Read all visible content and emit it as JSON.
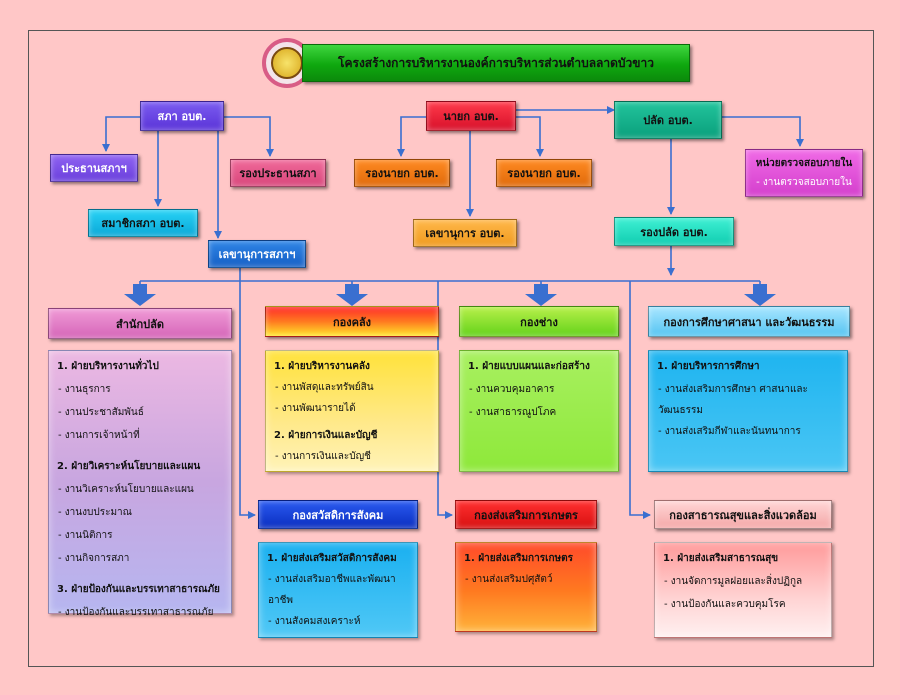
{
  "title": "โครงสร้างการบริหารงานองค์การบริหารส่วนตำบลลาดบัวขาว",
  "logo": "seal-emblem",
  "top_boxes": {
    "council": "สภา อบต.",
    "council_chair": "ประธานสภาฯ",
    "council_member": "สมาชิกสภา อบต.",
    "council_vice": "รองประธานสภา",
    "council_secretary": "เลขานุการสภาฯ",
    "mayor": "นายก อบต.",
    "vice_mayor_1": "รองนายก อบต.",
    "vice_mayor_2": "รองนายก อบต.",
    "mayor_secretary": "เลขานุการ อบต.",
    "palad": "ปลัด อบต.",
    "vice_palad": "รองปลัด อบต.",
    "audit_title": "หน่วยตรวจสอบภายใน",
    "audit_item": "- งานตรวจสอบภายใน"
  },
  "departments": {
    "office": {
      "title": "สำนักปลัด",
      "groups": [
        {
          "heading": "1. ฝ่ายบริหารงานทั่วไป",
          "items": [
            "- งานธุรการ",
            "- งานประชาสัมพันธ์",
            "- งานการเจ้าหน้าที่"
          ]
        },
        {
          "heading": "2. ฝ่ายวิเคราะห์นโยบายและแผน",
          "items": [
            "- งานวิเคราะห์นโยบายและแผน",
            "- งานงบประมาณ",
            "- งานนิติการ",
            "- งานกิจการสภา"
          ]
        },
        {
          "heading": "3. ฝ่ายป้องกันและบรรเทาสาธารณภัย",
          "items": [
            "- งานป้องกันและบรรเทาสาธารณภัย"
          ]
        }
      ]
    },
    "finance": {
      "title": "กองคลัง",
      "groups": [
        {
          "heading": "1. ฝ่ายบริหารงานคลัง",
          "items": [
            "- งานพัสดุและทรัพย์สิน",
            "- งานพัฒนารายได้"
          ]
        },
        {
          "heading": "2. ฝ่ายการเงินและบัญชี",
          "items": [
            "- งานการเงินและบัญชี"
          ]
        }
      ]
    },
    "engineering": {
      "title": "กองช่าง",
      "groups": [
        {
          "heading": "1. ฝ่ายแบบแผนและก่อสร้าง",
          "items": [
            "- งานควบคุมอาคาร",
            "- งานสาธารณูปโภค"
          ]
        }
      ]
    },
    "education": {
      "title": "กองการศึกษาศาสนา และวัฒนธรรม",
      "groups": [
        {
          "heading": "1. ฝ่ายบริหารการศึกษา",
          "items": [
            "- งานส่งเสริมการศึกษา ศาสนาและ",
            "วัฒนธรรม",
            "- งานส่งเสริมกีฬาและนันทนาการ"
          ]
        }
      ]
    },
    "welfare": {
      "title": "กองสวัสดิการสังคม",
      "groups": [
        {
          "heading": "1. ฝ่ายส่งเสริมสวัสดิการสังคม",
          "items": [
            "- งานส่งเสริมอาชีพและพัฒนา",
            "อาชีพ",
            "- งานสังคมสงเคราะห์"
          ]
        }
      ]
    },
    "agriculture": {
      "title": "กองส่งเสริมการเกษตร",
      "groups": [
        {
          "heading": "1. ฝ่ายส่งเสริมการเกษตร",
          "items": [
            "- งานส่งเสริมปศุสัตว์"
          ]
        }
      ]
    },
    "health": {
      "title": "กองสาธารณสุขและสิ่งแวดล้อม",
      "groups": [
        {
          "heading": "1. ฝ่ายส่งเสริมสาธารณสุข",
          "items": [
            "- งานจัดการมูลฝอยและสิ่งปฏิกูล",
            "- งานป้องกันและควบคุมโรค"
          ]
        }
      ]
    }
  }
}
